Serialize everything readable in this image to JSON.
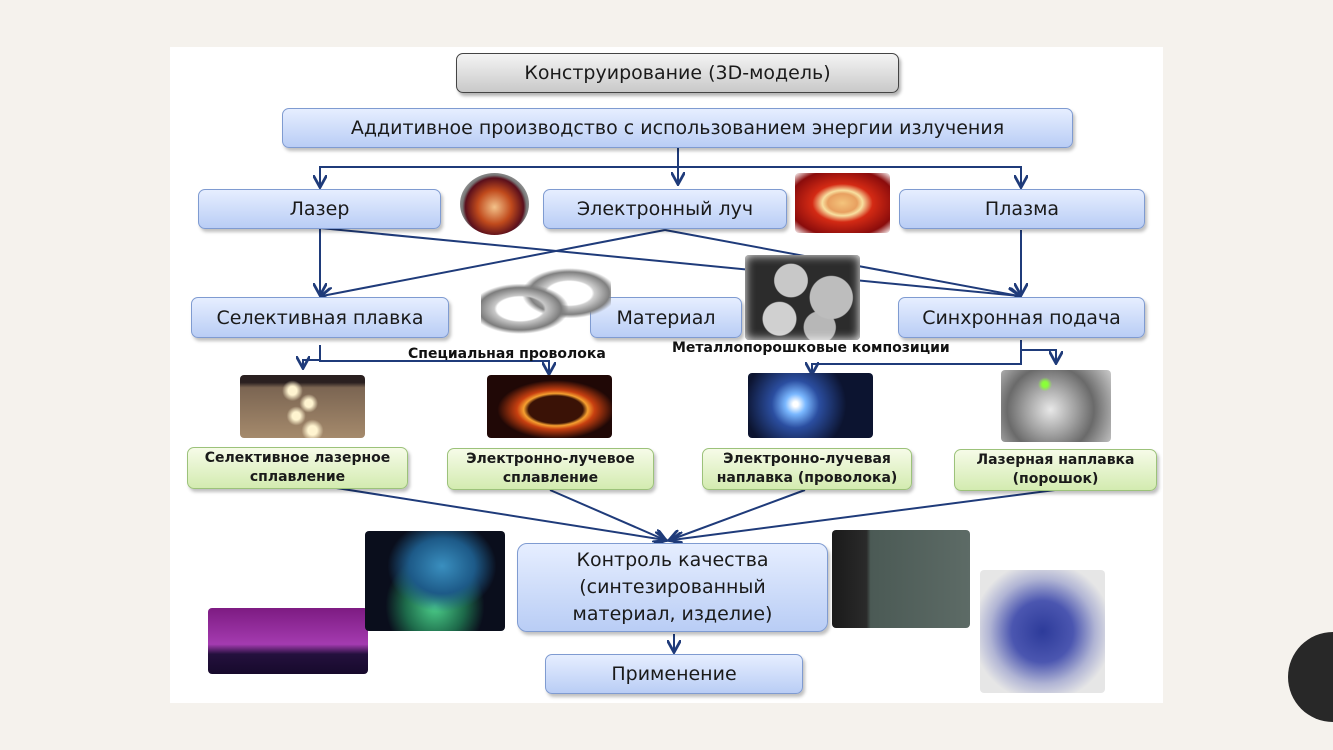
{
  "diagram": {
    "top": "Конструирование (3D-модель)",
    "main": "Аддитивное производство с использованием энергии излучения",
    "energy_sources": [
      "Лазер",
      "Электронный луч",
      "Плазма"
    ],
    "methods": [
      "Селективная плавка",
      "Материал",
      "Синхронная подача"
    ],
    "material_labels": [
      "Специальная проволока",
      "Металлопорошковые композиции"
    ],
    "processes": [
      {
        "line1": "Селективное лазерное",
        "line2": "сплавление"
      },
      {
        "line1": "Электронно-лучевое",
        "line2": "сплавление"
      },
      {
        "line1": "Электронно-лучевая",
        "line2": "наплавка (проволока)"
      },
      {
        "line1": "Лазерная наплавка",
        "line2": "(порошок)"
      }
    ],
    "quality": {
      "line1": "Контроль качества",
      "line2": "(синтезированный",
      "line3": "материал, изделие)"
    },
    "application": "Применение"
  },
  "images": {
    "laser_photo": "laser-beam-photo",
    "ebeam_photo": "electron-beam-photo",
    "wire_photo": "wire-coils-photo",
    "powder_photo": "metal-powder-sem-photo",
    "slm_photo": "selective-laser-melting-photo",
    "ebm_photo": "electron-beam-melting-photo",
    "wire_deposition_photo": "wire-deposition-photo",
    "powder_deposition_photo": "laser-cladding-photo",
    "purple_sample_photo": "fluorescent-sample-photo",
    "cyan_part_photo": "fluorescent-part-photo",
    "tester_photo": "testing-machine-photo",
    "tomography_photo": "ct-tomography-photo"
  },
  "colors": {
    "arrow": "#1f3b7a",
    "blue_box": "#c6d7f7",
    "green_box": "#def0c4",
    "background": "#f5f2ed"
  }
}
